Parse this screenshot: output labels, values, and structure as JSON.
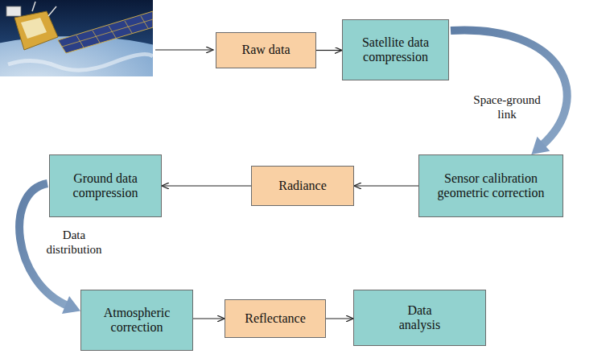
{
  "diagram": {
    "nodes": [
      {
        "text": [
          "Raw data"
        ]
      },
      {
        "text": [
          "Satellite data compression"
        ]
      },
      {
        "text": [
          "Sensor calibration geometric correction"
        ]
      },
      {
        "text": [
          "Radiance"
        ]
      },
      {
        "text": [
          "Ground data compression"
        ]
      },
      {
        "text": [
          "Atmospheric correction"
        ]
      },
      {
        "text": [
          "Reflectance"
        ]
      },
      {
        "text": [
          "Data analysis"
        ]
      }
    ],
    "edges": [
      {
        "from": 0,
        "to": 1,
        "arrow": "to"
      },
      {
        "from": 1,
        "to": 2,
        "arrow": "to",
        "label": "Space-ground link"
      },
      {
        "from": 2,
        "to": 3,
        "arrow": "to"
      },
      {
        "from": 3,
        "to": 4,
        "arrow": "to"
      },
      {
        "from": 4,
        "to": 5,
        "arrow": "to",
        "label": "Data distribution"
      },
      {
        "from": 5,
        "to": 6,
        "arrow": "to"
      },
      {
        "from": 6,
        "to": 7,
        "arrow": "to"
      }
    ]
  }
}
